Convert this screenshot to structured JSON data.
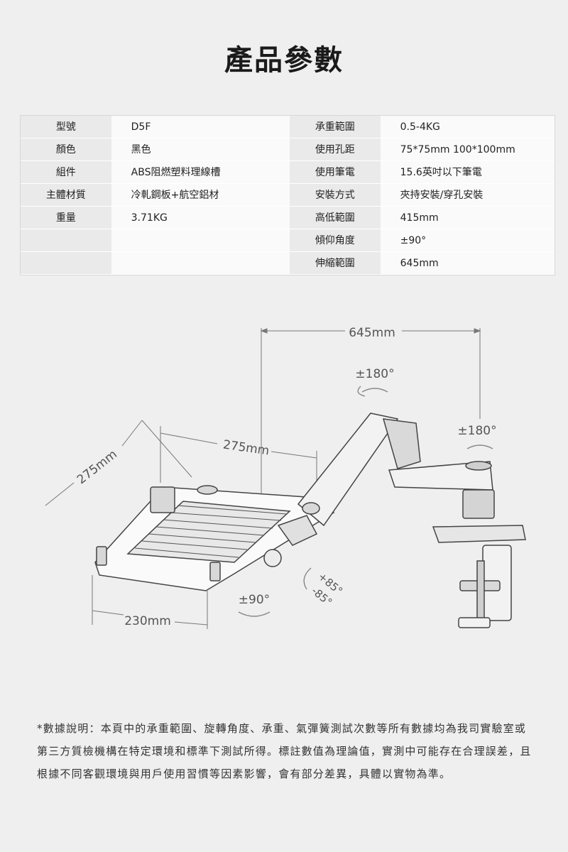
{
  "page_title": "產品參數",
  "specs": [
    {
      "k1": "型號",
      "v1": "D5F",
      "k2": "承重範圍",
      "v2": "0.5-4KG"
    },
    {
      "k1": "顏色",
      "v1": "黑色",
      "k2": "使用孔距",
      "v2": "75*75mm 100*100mm"
    },
    {
      "k1": "組件",
      "v1": "ABS阻燃塑料理線槽",
      "k2": "使用筆電",
      "v2": "15.6英吋以下筆電"
    },
    {
      "k1": "主體材質",
      "v1": "冷軋鋼板+航空鋁材",
      "k2": "安裝方式",
      "v2": "夾持安裝/穿孔安裝"
    },
    {
      "k1": "重量",
      "v1": "3.71KG",
      "k2": "高低範圍",
      "v2": "415mm"
    },
    {
      "k1": "",
      "v1": "",
      "k2": "傾仰角度",
      "v2": "±90°"
    },
    {
      "k1": "",
      "v1": "",
      "k2": "伸縮範圍",
      "v2": "645mm"
    }
  ],
  "diagram": {
    "dim_reach": "645mm",
    "dim_tray_width": "275mm",
    "dim_tray_depth": "275mm",
    "dim_tray_front": "230mm",
    "rot_top": "±180°",
    "rot_right": "±180°",
    "rot_tray": "±90°",
    "tilt_up": "+85°",
    "tilt_down": "-85°"
  },
  "note": "*數據說明：本頁中的承重範圍、旋轉角度、承重、氣彈簧測試次數等所有數據均為我司實驗室或第三方質檢機構在特定環境和標準下測試所得。標註數值為理論值，實測中可能存在合理誤差，且根據不同客觀環境與用戶使用習慣等因素影響，會有部分差異，具體以實物為準。"
}
